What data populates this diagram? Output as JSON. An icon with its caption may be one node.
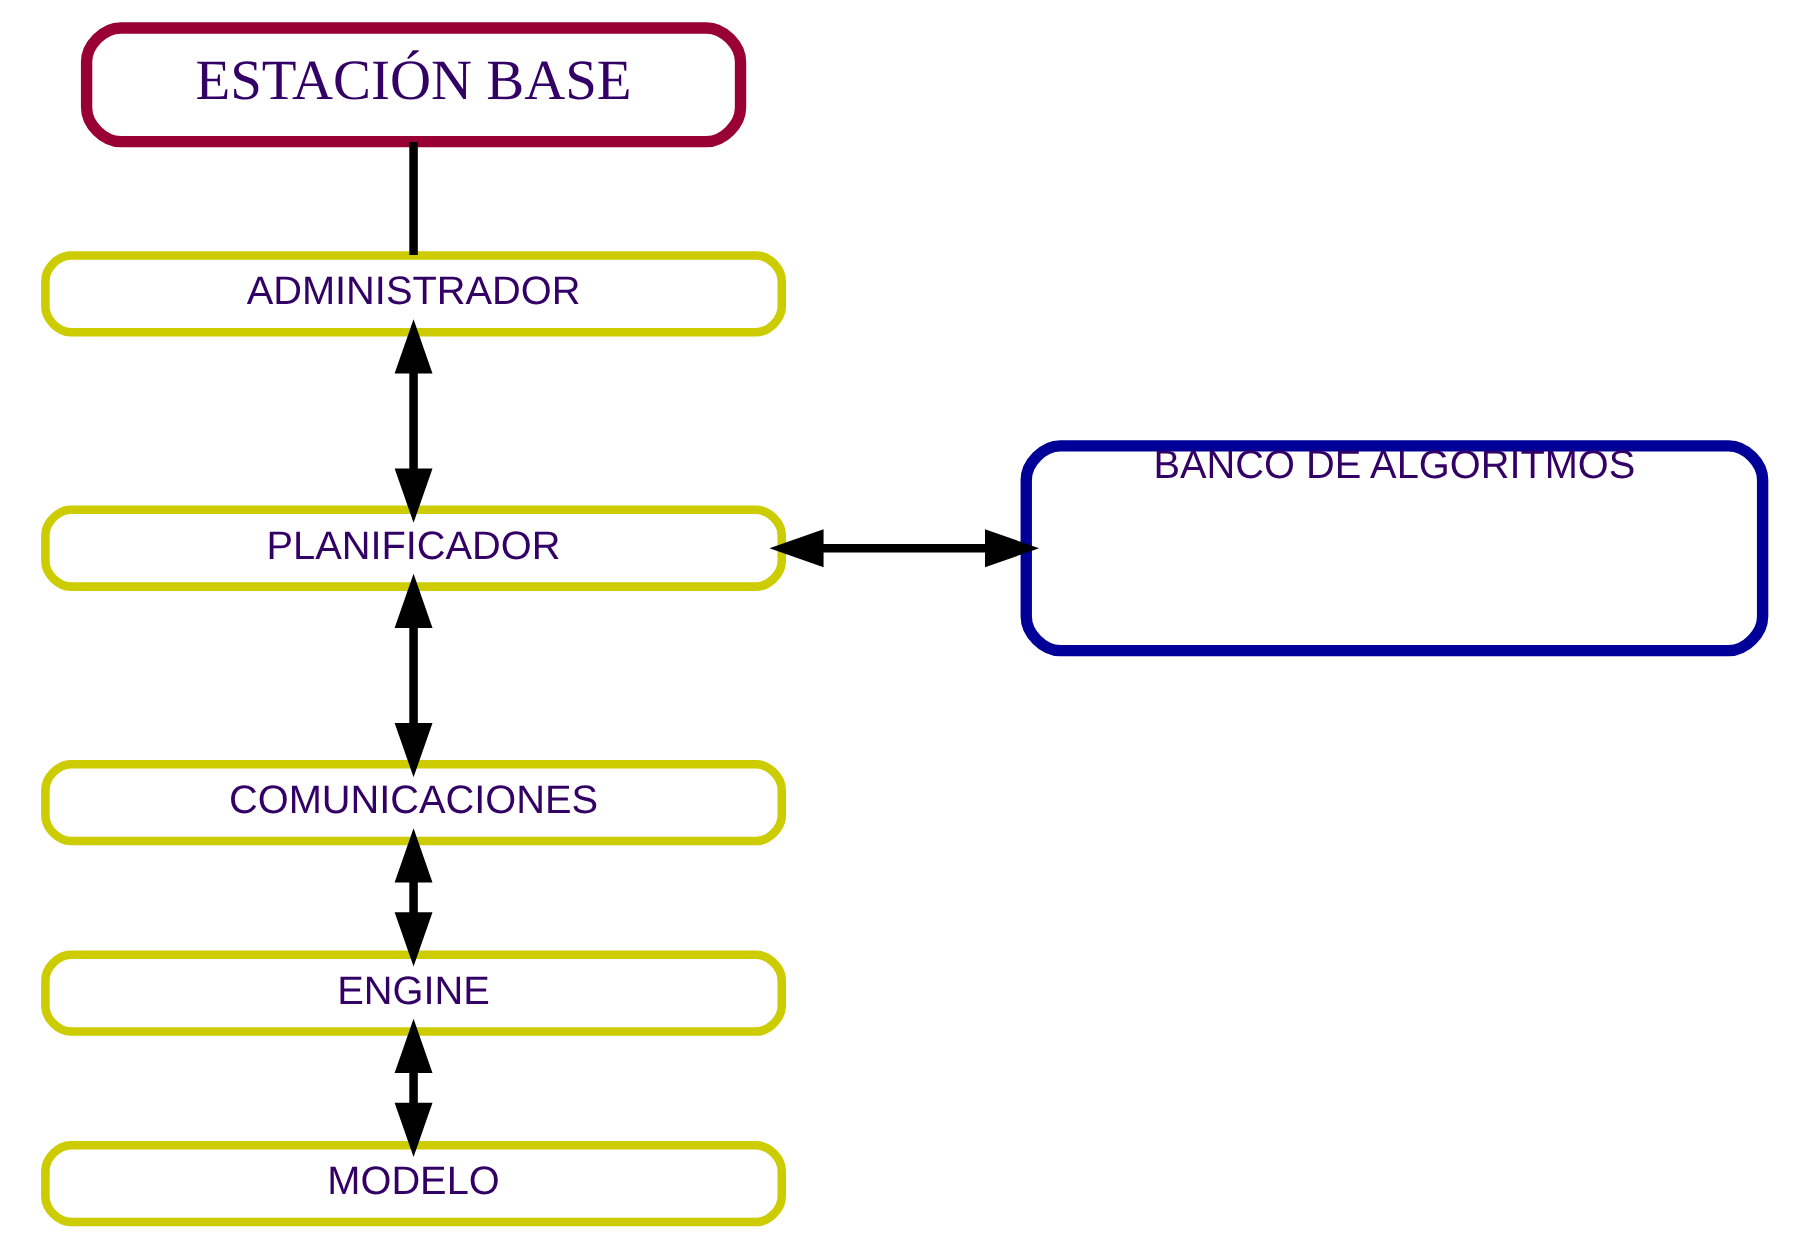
{
  "diagram": {
    "nodes": [
      {
        "text": [
          "ESTACIÓN BASE"
        ]
      },
      {
        "text": [
          "ADMINISTRADOR"
        ]
      },
      {
        "text": [
          "PLANIFICADOR"
        ]
      },
      {
        "text": [
          "BANCO DE ALGORITMOS"
        ]
      },
      {
        "text": [
          "COMUNICACIONES"
        ]
      },
      {
        "text": [
          "ENGINE"
        ]
      },
      {
        "text": [
          "MODELO"
        ]
      }
    ],
    "edges": [
      {
        "from": 0,
        "to": 1,
        "arrow": "none"
      },
      {
        "from": 1,
        "to": 2,
        "arrow": "both"
      },
      {
        "from": 2,
        "to": 3,
        "arrow": "both"
      },
      {
        "from": 2,
        "to": 4,
        "arrow": "both"
      },
      {
        "from": 4,
        "to": 5,
        "arrow": "both"
      },
      {
        "from": 5,
        "to": 6,
        "arrow": "both"
      }
    ]
  }
}
